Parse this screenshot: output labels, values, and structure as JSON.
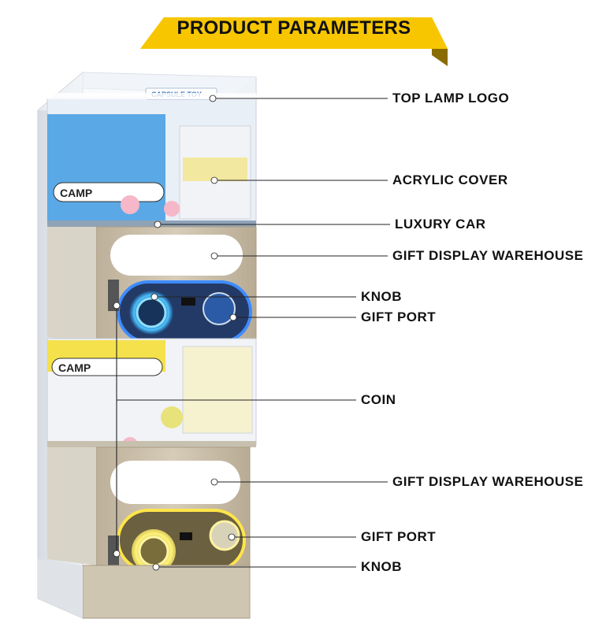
{
  "header": {
    "title": "PRODUCT PARAMETERS"
  },
  "machine_logo": "CAPSULE TOY",
  "panel_logo_top": "CAMP",
  "panel_logo_bottom": "CAMP",
  "callouts": [
    {
      "id": "top-lamp-logo",
      "label": "TOP LAMP LOGO"
    },
    {
      "id": "acrylic-cover",
      "label": "ACRYLIC COVER"
    },
    {
      "id": "luxury-car",
      "label": "LUXURY CAR"
    },
    {
      "id": "gift-display-warehouse-upper",
      "label": "GIFT DISPLAY WAREHOUSE"
    },
    {
      "id": "knob-upper",
      "label": "KNOB"
    },
    {
      "id": "gift-port-upper",
      "label": "GIFT PORT"
    },
    {
      "id": "coin",
      "label": "COIN"
    },
    {
      "id": "gift-display-warehouse-lower",
      "label": "GIFT DISPLAY WAREHOUSE"
    },
    {
      "id": "gift-port-lower",
      "label": "GIFT PORT"
    },
    {
      "id": "knob-lower",
      "label": "KNOB"
    }
  ],
  "colors": {
    "banner": "#f7c600",
    "banner_shadow": "#8a6c00",
    "cabinet": "#c9bea8",
    "blue_glow": "#2f8cff",
    "yellow_glow": "#ffe54a",
    "panel_blue": "#5aa9e6",
    "panel_yellow": "#f4df3a"
  }
}
